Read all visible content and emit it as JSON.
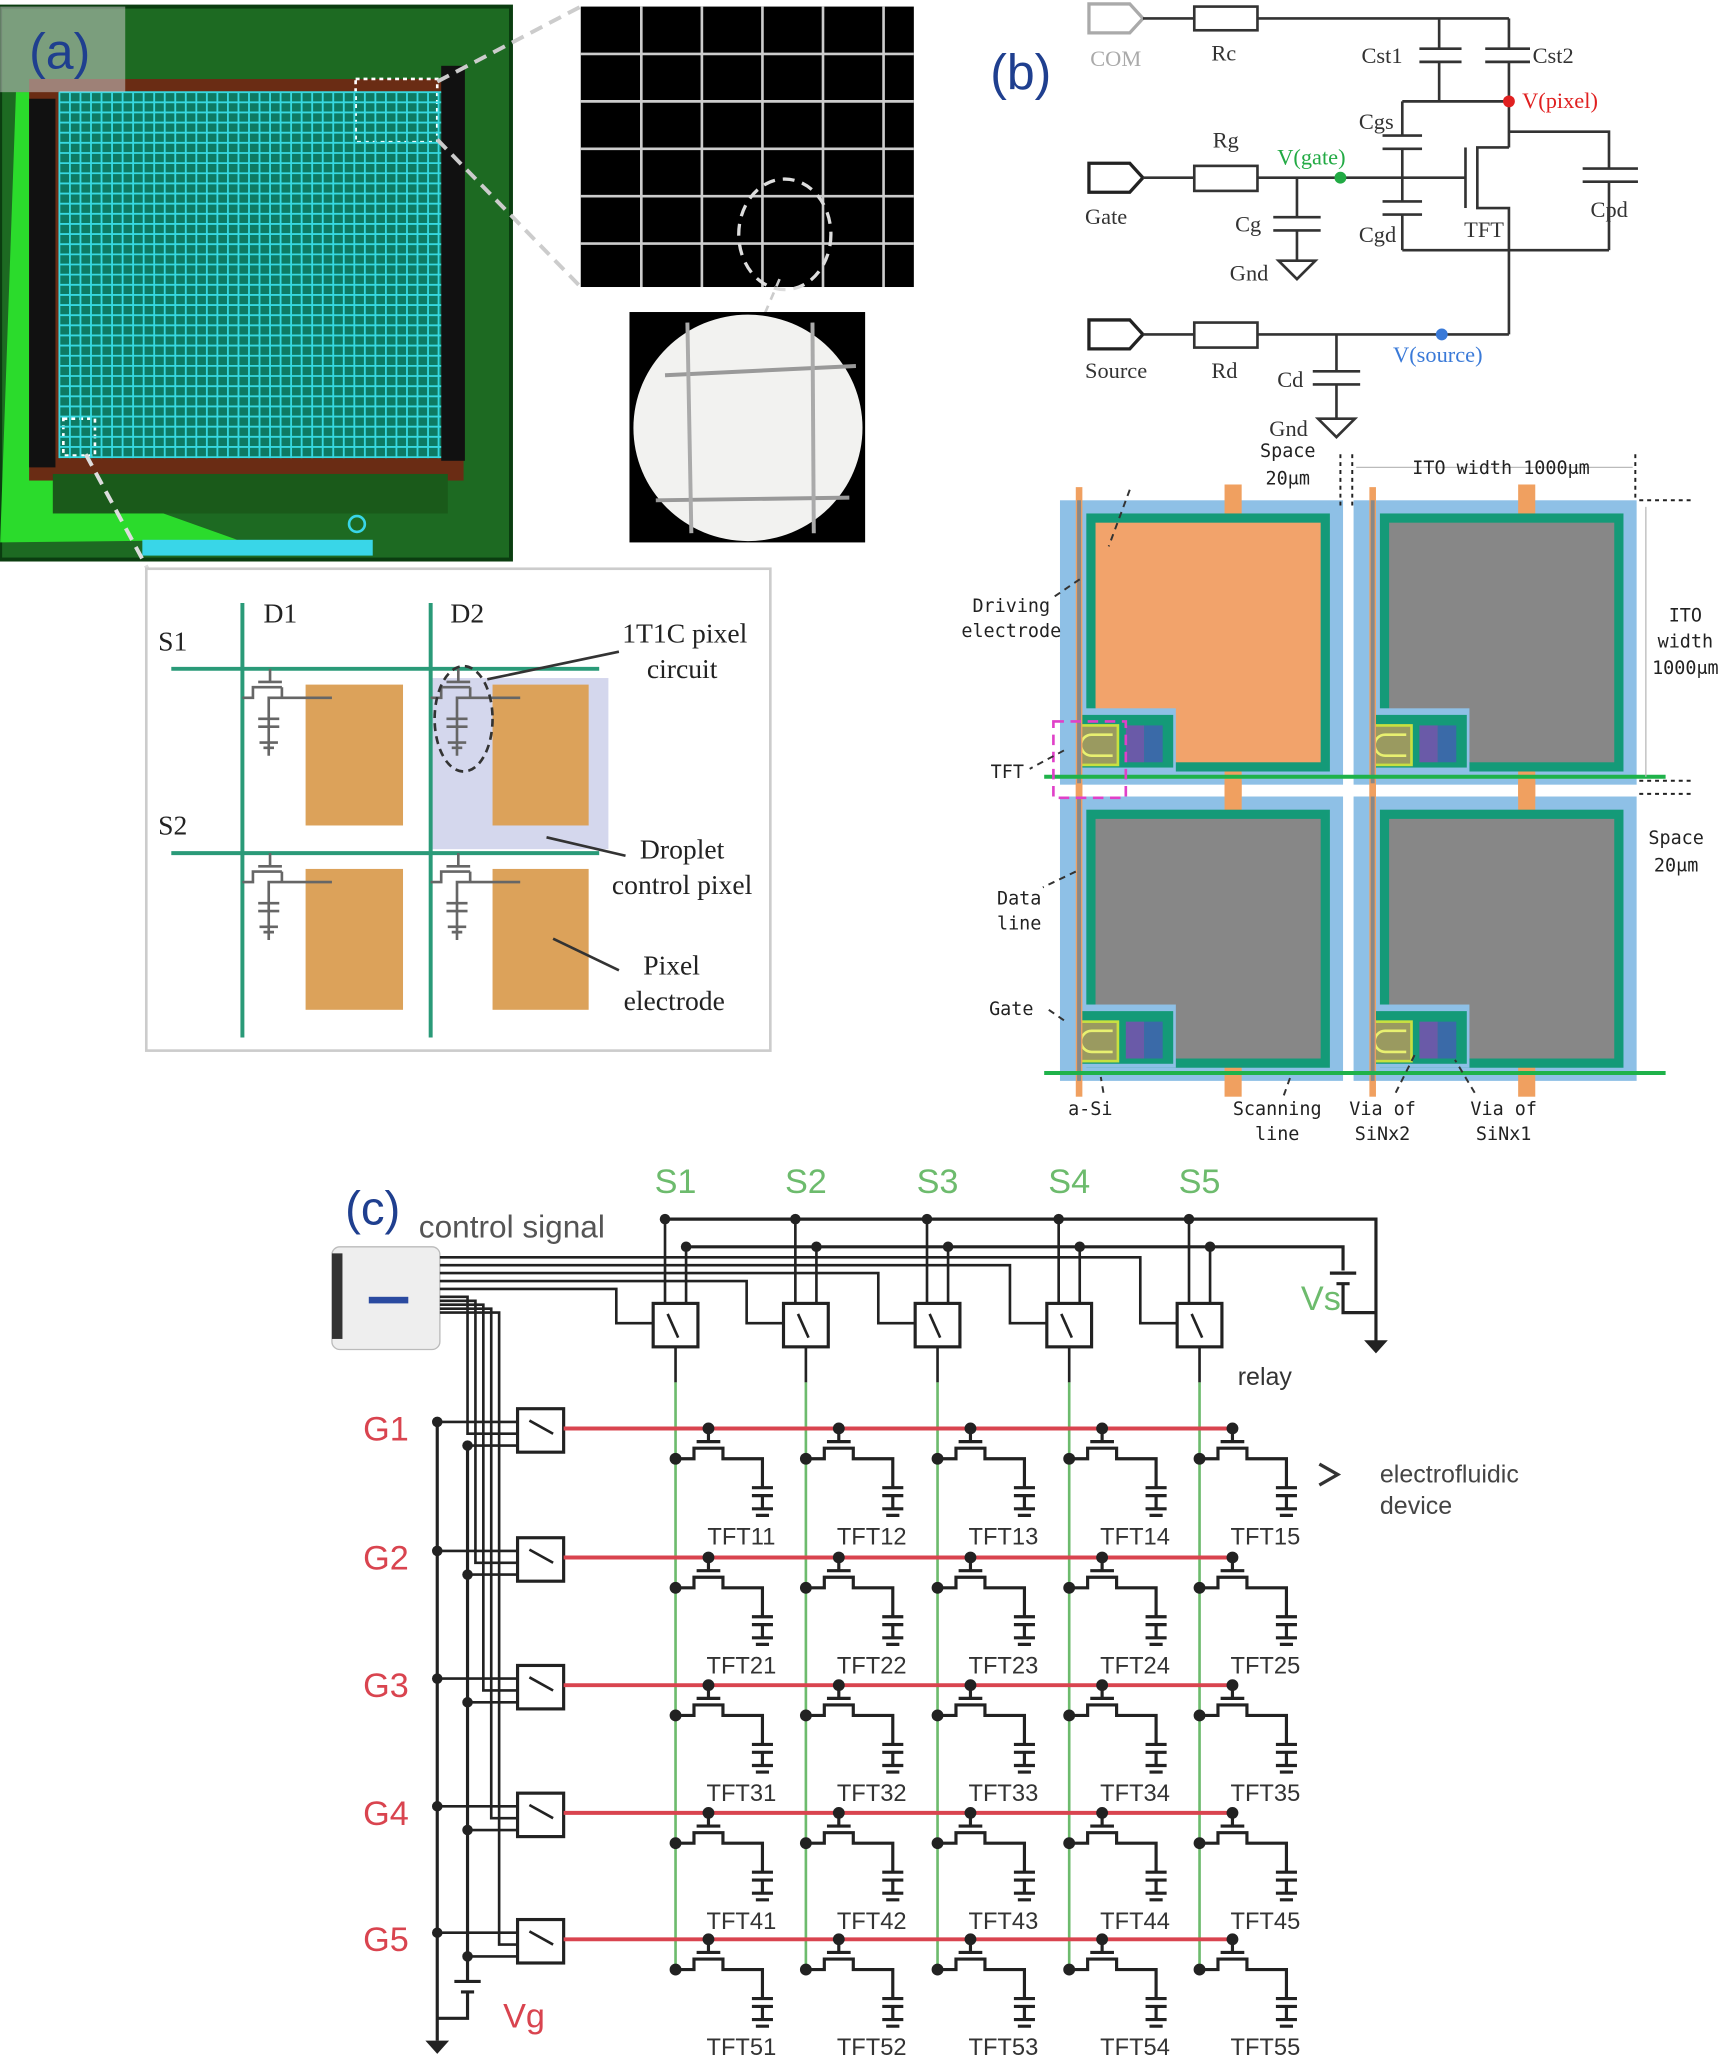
{
  "panel_a": {
    "label": "(a)",
    "schematic": {
      "scan_lines": [
        "S1",
        "S2"
      ],
      "data_lines": [
        "D1",
        "D2"
      ],
      "callout_circuit": [
        "1T1C pixel",
        "circuit"
      ],
      "callout_droplet": [
        "Droplet",
        "control pixel"
      ],
      "callout_electrode": [
        "Pixel",
        "electrode"
      ]
    }
  },
  "panel_b": {
    "label": "(b)",
    "circuit": {
      "com": "COM",
      "rc": "Rc",
      "cst1": "Cst1",
      "cst2": "Cst2",
      "v_pixel": "V(pixel)",
      "cgs": "Cgs",
      "rg": "Rg",
      "v_gate": "V(gate)",
      "gate": "Gate",
      "cg": "Cg",
      "gnd1": "Gnd",
      "cgd": "Cgd",
      "tft": "TFT",
      "cpd": "Cpd",
      "source": "Source",
      "rd": "Rd",
      "cd": "Cd",
      "v_source": "V(source)",
      "gnd2": "Gnd"
    },
    "layout": {
      "space_top": [
        "Space",
        "20μm"
      ],
      "ito_width_top": "ITO width 1000μm",
      "driving_electrode": [
        "Driving",
        "electrode"
      ],
      "tft": "TFT",
      "ito_width_side": [
        "ITO",
        "width",
        "1000μm"
      ],
      "space_side": [
        "Space",
        "20μm"
      ],
      "data_line": [
        "Data",
        "line"
      ],
      "gate": "Gate",
      "a_si": "a-Si",
      "scanning_line": [
        "Scanning",
        "line"
      ],
      "via_sinx2": [
        "Via of",
        "SiNx2"
      ],
      "via_sinx1": [
        "Via of",
        "SiNx1"
      ],
      "cell_colors": [
        "#f2a36b",
        "#878787",
        "#878787",
        "#878787"
      ]
    }
  },
  "panel_c": {
    "label": "(c)",
    "control_signal": "control signal",
    "source_lines": [
      "S1",
      "S2",
      "S3",
      "S4",
      "S5"
    ],
    "gate_lines": [
      "G1",
      "G2",
      "G3",
      "G4",
      "G5"
    ],
    "vs": "Vs",
    "vg": "Vg",
    "relay": "relay",
    "output": [
      "electrofluidic",
      "device"
    ],
    "tft_labels": [
      [
        "TFT11",
        "TFT12",
        "TFT13",
        "TFT14",
        "TFT15"
      ],
      [
        "TFT21",
        "TFT22",
        "TFT23",
        "TFT24",
        "TFT25"
      ],
      [
        "TFT31",
        "TFT32",
        "TFT33",
        "TFT34",
        "TFT35"
      ],
      [
        "TFT41",
        "TFT42",
        "TFT43",
        "TFT44",
        "TFT45"
      ],
      [
        "TFT51",
        "TFT52",
        "TFT53",
        "TFT54",
        "TFT55"
      ]
    ],
    "colors": {
      "source": "#6dbb6d",
      "gate": "#d9444f",
      "label_blue": "#1f3f8f"
    }
  }
}
